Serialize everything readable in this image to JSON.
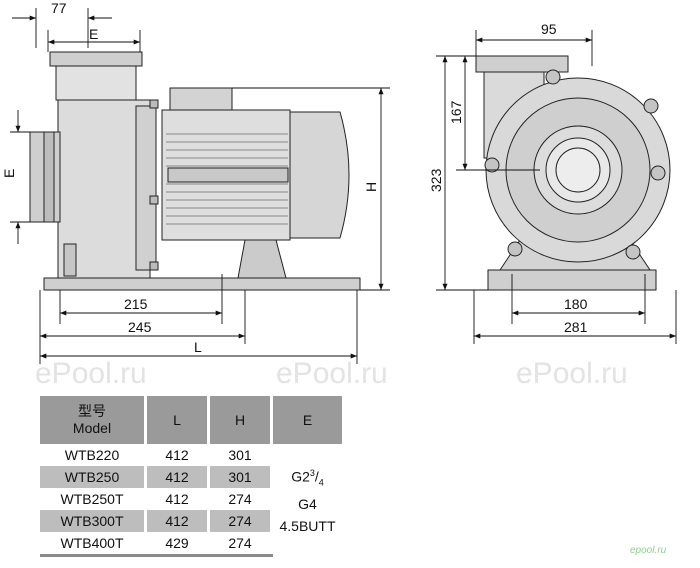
{
  "dimensions": {
    "d77": "77",
    "e_top": "E",
    "e_side": "E",
    "h": "H",
    "d215": "215",
    "d245": "245",
    "l": "L",
    "d95": "95",
    "d167": "167",
    "d323": "323",
    "d180": "180",
    "d281": "281"
  },
  "watermarks": [
    "ePool.ru",
    "ePool.ru",
    "ePool.ru"
  ],
  "corner_mark": "epool.ru",
  "table": {
    "header": {
      "model_zh": "型号",
      "model_en": "Model",
      "l": "L",
      "h": "H",
      "e": "E"
    },
    "rows": [
      {
        "model": "WTB220",
        "l": "412",
        "h": "301"
      },
      {
        "model": "WTB250",
        "l": "412",
        "h": "301"
      },
      {
        "model": "WTB250T",
        "l": "412",
        "h": "274"
      },
      {
        "model": "WTB300T",
        "l": "412",
        "h": "274"
      },
      {
        "model": "WTB400T",
        "l": "429",
        "h": "274"
      }
    ],
    "e_values": {
      "g_base": "G2",
      "g_sup": "3",
      "g_sub": "4",
      "g4": "G4",
      "butt": "4.5BUTT"
    }
  }
}
